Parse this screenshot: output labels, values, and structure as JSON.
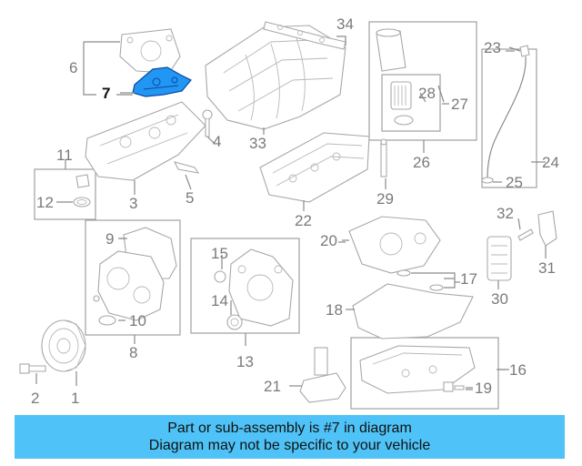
{
  "callouts": {
    "c1": "1",
    "c2": "2",
    "c3": "3",
    "c4": "4",
    "c5": "5",
    "c6": "6",
    "c7": "7",
    "c8": "8",
    "c9": "9",
    "c10": "10",
    "c11": "11",
    "c12": "12",
    "c13": "13",
    "c14": "14",
    "c15": "15",
    "c16": "16",
    "c17": "17",
    "c18": "18",
    "c19": "19",
    "c20": "20",
    "c21": "21",
    "c22": "22",
    "c23": "23",
    "c24": "24",
    "c25": "25",
    "c26": "26",
    "c27": "27",
    "c28": "28",
    "c29": "29",
    "c30": "30",
    "c31": "31",
    "c32": "32",
    "c33": "33",
    "c34": "34"
  },
  "highlighted_part": "7",
  "colors": {
    "highlight": "#2196f3",
    "banner": "#4fc3f7",
    "line_art": "#a8a8a8"
  },
  "banner": {
    "line1": "Part or sub-assembly is #7 in diagram",
    "line2": "Diagram may not be specific to your vehicle"
  }
}
